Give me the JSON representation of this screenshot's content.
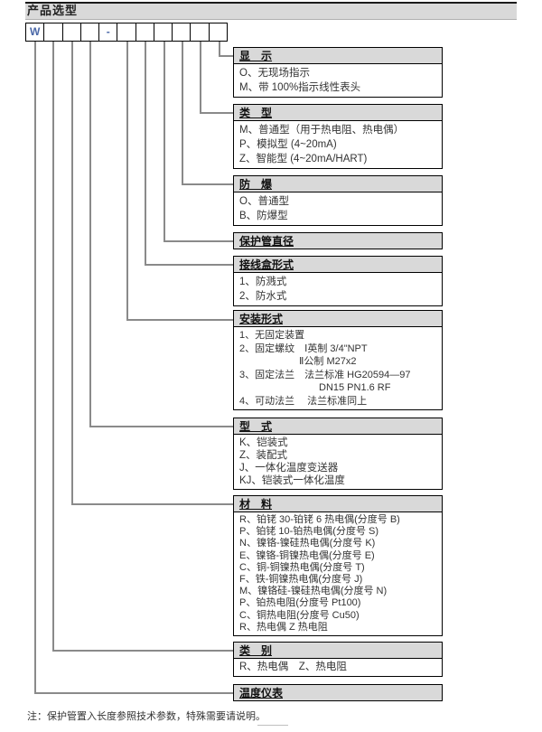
{
  "page": {
    "title": "产品选型",
    "note": "注：保护管置入长度参照技术参数，特殊需要请说明。"
  },
  "model_code": {
    "cells": [
      "W",
      "",
      "",
      "",
      "-",
      "",
      "",
      "",
      "",
      "",
      ""
    ]
  },
  "sections": [
    {
      "id": "display",
      "title": "显　示",
      "items": [
        "O、无现场指示",
        "M、带 100%指示线性表头"
      ]
    },
    {
      "id": "type",
      "title": "类　型",
      "items": [
        "M、普通型（用于热电阻、热电偶）",
        "P、模拟型 (4~20mA)",
        "Z、智能型 (4~20mA/HART)"
      ]
    },
    {
      "id": "explosion-proof",
      "title": "防　爆",
      "items": [
        "O、普通型",
        "B、防爆型"
      ]
    },
    {
      "id": "tube-diameter",
      "title": "保护管直径",
      "items": []
    },
    {
      "id": "junction-box",
      "title": "接线盒形式",
      "items": [
        "1、防溅式",
        "2、防水式"
      ]
    },
    {
      "id": "mounting",
      "title": "安装形式",
      "items": [
        "1、无固定装置",
        "2、固定螺纹　Ⅰ英制 3/4\"NPT",
        "　　　　　　Ⅱ公制 M27x2",
        "3、固定法兰　法兰标准 HG20594—97",
        "　　　　　　　　DN15 PN1.6 RF",
        "4、可动法兰　 法兰标准同上"
      ]
    },
    {
      "id": "form",
      "title": "型　式",
      "items": [
        "K、铠装式",
        "Z、装配式",
        "J、一体化温度变送器",
        "KJ、铠装式一体化温度"
      ]
    },
    {
      "id": "material",
      "title": "材　料",
      "items": [
        "R、铂铑 30-铂铑 6 热电偶(分度号 B)",
        "P、铂铑 10-铂热电偶(分度号 S)",
        "N、镍铬-镍硅热电偶(分度号 K)",
        "E、镍铬-铜镍热电偶(分度号 E)",
        "C、铜-铜镍热电偶(分度号 T)",
        "F、铁-铜镍热电偶(分度号 J)",
        "M、镍铬硅-镍硅热电偶(分度号 N)",
        "P、铂热电阻(分度号 Pt100)",
        "C、铜热电阻(分度号 Cu50)",
        "R、热电偶 Z 热电阻"
      ]
    },
    {
      "id": "category",
      "title": "类　别",
      "items": [
        "R、热电偶　Z、热电阻"
      ]
    },
    {
      "id": "instrument",
      "title": "温度仪表",
      "items": []
    }
  ],
  "colors": {
    "header_bg": "#d9d9d9",
    "border": "#000000",
    "connector_line": "#8a8a8a",
    "code_text": "#4a68a8",
    "title_rule": "#1a1a1a"
  }
}
